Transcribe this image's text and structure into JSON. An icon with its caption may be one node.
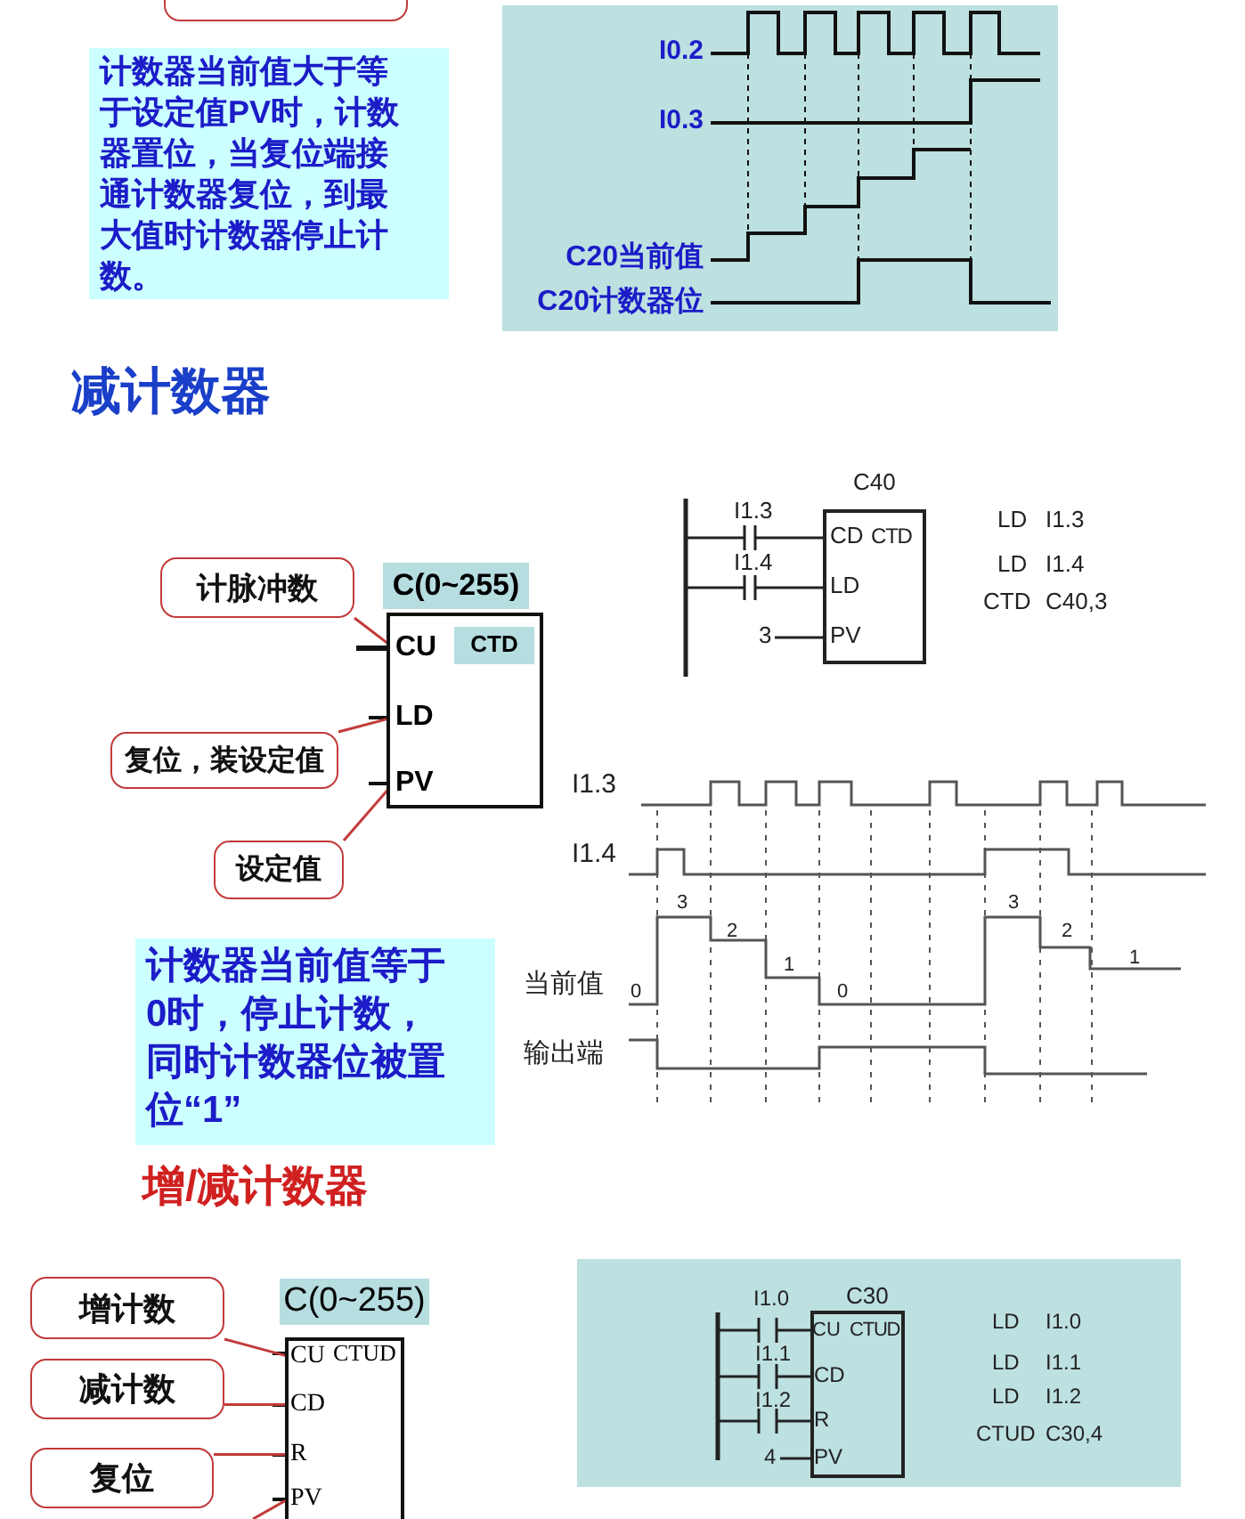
{
  "diagram": {
    "nodes": [
      {
        "text": [],
        "shape": "box"
      },
      {
        "text": [
          "计数器当前值大于等于设定值PV时，计数器置位，当复位端接通计数器复位，到最大值时计数器停止计数。"
        ]
      },
      {
        "text": [
          "C(0~255)"
        ]
      },
      {
        "text": [],
        "shape": "box"
      },
      {
        "text": [
          "CU"
        ],
        "in": 3
      },
      {
        "text": [
          "CTD"
        ],
        "in": 3
      },
      {
        "text": [
          "LD"
        ],
        "in": 3
      },
      {
        "text": [
          "PV"
        ],
        "in": 3
      },
      {
        "text": [
          "计脉冲数"
        ]
      },
      {
        "text": [
          "复位，装设定值"
        ]
      },
      {
        "text": [
          "设定值"
        ]
      },
      {
        "text": [
          "计数器当前值等于0时，停止计数，同时计数器位被置位“1”"
        ]
      },
      {
        "text": [
          "C(0~255)"
        ]
      },
      {
        "text": [],
        "shape": "box"
      },
      {
        "text": [
          "CU"
        ],
        "in": 13
      },
      {
        "text": [
          "CD"
        ],
        "in": 13
      },
      {
        "text": [
          "R"
        ],
        "in": 13
      },
      {
        "text": [
          "PV"
        ],
        "in": 13
      },
      {
        "text": [
          "增计数"
        ]
      },
      {
        "text": [
          "减计数"
        ]
      },
      {
        "text": [
          "复位"
        ]
      },
      {
        "text": [
          "CTUD"
        ],
        "in": 13
      }
    ],
    "edges": [
      {
        "from": 8,
        "to": 4,
        "arrow": "none"
      },
      {
        "from": 9,
        "to": 6,
        "arrow": "none"
      },
      {
        "from": 10,
        "to": 7,
        "arrow": "none"
      },
      {
        "from": 18,
        "to": 14,
        "arrow": "none"
      },
      {
        "from": 19,
        "to": 15,
        "arrow": "none"
      },
      {
        "from": 20,
        "to": 16,
        "arrow": "none"
      },
      {
        "from": null,
        "to": 17,
        "arrow": "none"
      }
    ],
    "labels": [
      "I0.2",
      "I0.3",
      "C20当前值",
      "C20计数器位",
      "减计数器",
      "C40",
      "I1.3",
      "CD",
      "CTD",
      "I1.4",
      "LD",
      "3",
      "PV",
      "LD",
      "I1.3",
      "LD",
      "I1.4",
      "CTD",
      "C40,3",
      "I1.3",
      "I1.4",
      "3",
      "2",
      "1",
      "当前值",
      "0",
      "0",
      "3",
      "2",
      "1",
      "输出端",
      "增/减计数器",
      "I1.0",
      "C30",
      "CU",
      "CTUD",
      "I1.1",
      "CD",
      "I1.2",
      "R",
      "4",
      "PV",
      "LD",
      "I1.0",
      "LD",
      "I1.1",
      "LD",
      "I1.2",
      "CTUD",
      "C30,4"
    ]
  }
}
